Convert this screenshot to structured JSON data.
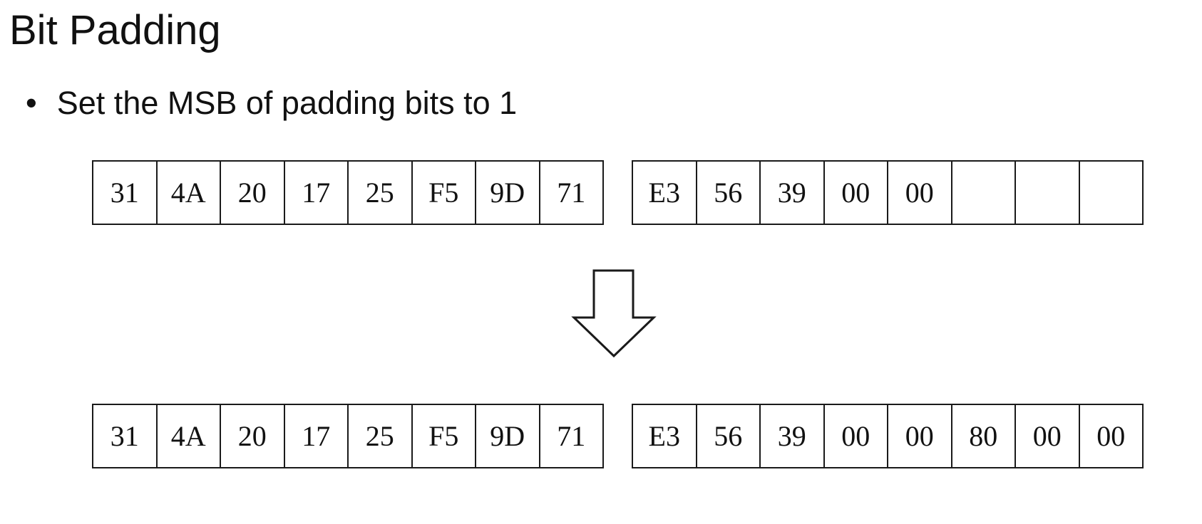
{
  "slide": {
    "title": "Bit Padding",
    "bullet_marker": "•",
    "bullet_text": "Set the MSB of padding bits to 1"
  },
  "colors": {
    "background": "#ffffff",
    "text": "#111111",
    "border": "#1a1a1a"
  },
  "diagram": {
    "before": {
      "left_block": [
        "31",
        "4A",
        "20",
        "17",
        "25",
        "F5",
        "9D",
        "71"
      ],
      "right_block": [
        "E3",
        "56",
        "39",
        "00",
        "00",
        "",
        "",
        ""
      ]
    },
    "arrow_icon": "down-block-arrow",
    "after": {
      "left_block": [
        "31",
        "4A",
        "20",
        "17",
        "25",
        "F5",
        "9D",
        "71"
      ],
      "right_block": [
        "E3",
        "56",
        "39",
        "00",
        "00",
        "80",
        "00",
        "00"
      ]
    }
  }
}
